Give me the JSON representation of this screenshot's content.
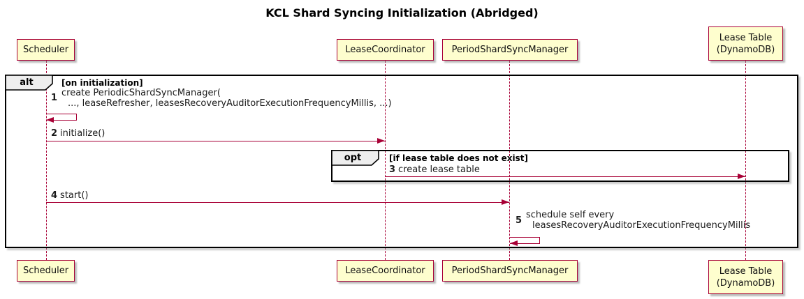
{
  "title": "KCL Shard Syncing Initialization (Abridged)",
  "colors": {
    "participant_fill": "#fefece",
    "accent": "#a80036",
    "frame_border": "#000000",
    "frame_label_fill": "#eeeeee"
  },
  "participants": [
    {
      "name": "Scheduler",
      "lines": [
        "Scheduler"
      ]
    },
    {
      "name": "LeaseCoordinator",
      "lines": [
        "LeaseCoordinator"
      ]
    },
    {
      "name": "PeriodShardSyncManager",
      "lines": [
        "PeriodShardSyncManager"
      ]
    },
    {
      "name": "Lease Table (DynamoDB)",
      "lines": [
        "Lease Table",
        "(DynamoDB)"
      ]
    }
  ],
  "frames": {
    "alt": {
      "keyword": "alt",
      "condition": "[on initialization]"
    },
    "opt": {
      "keyword": "opt",
      "condition": "[if lease table does not exist]"
    }
  },
  "messages": {
    "m1": {
      "num": "1",
      "lines": [
        "create PeriodicShardSyncManager(",
        "..., leaseRefresher, leasesRecoveryAuditorExecutionFrequencyMillis, ...)"
      ],
      "from": "Scheduler",
      "to": "Scheduler",
      "kind": "self"
    },
    "m2": {
      "num": "2",
      "text": "initialize()",
      "from": "Scheduler",
      "to": "LeaseCoordinator",
      "kind": "sync"
    },
    "m3": {
      "num": "3",
      "text": "create lease table",
      "from": "LeaseCoordinator",
      "to": "Lease Table (DynamoDB)",
      "kind": "sync"
    },
    "m4": {
      "num": "4",
      "text": "start()",
      "from": "Scheduler",
      "to": "PeriodShardSyncManager",
      "kind": "sync"
    },
    "m5": {
      "num": "5",
      "lines": [
        "schedule self every",
        "leasesRecoveryAuditorExecutionFrequencyMillis"
      ],
      "from": "PeriodShardSyncManager",
      "to": "PeriodShardSyncManager",
      "kind": "self"
    }
  }
}
